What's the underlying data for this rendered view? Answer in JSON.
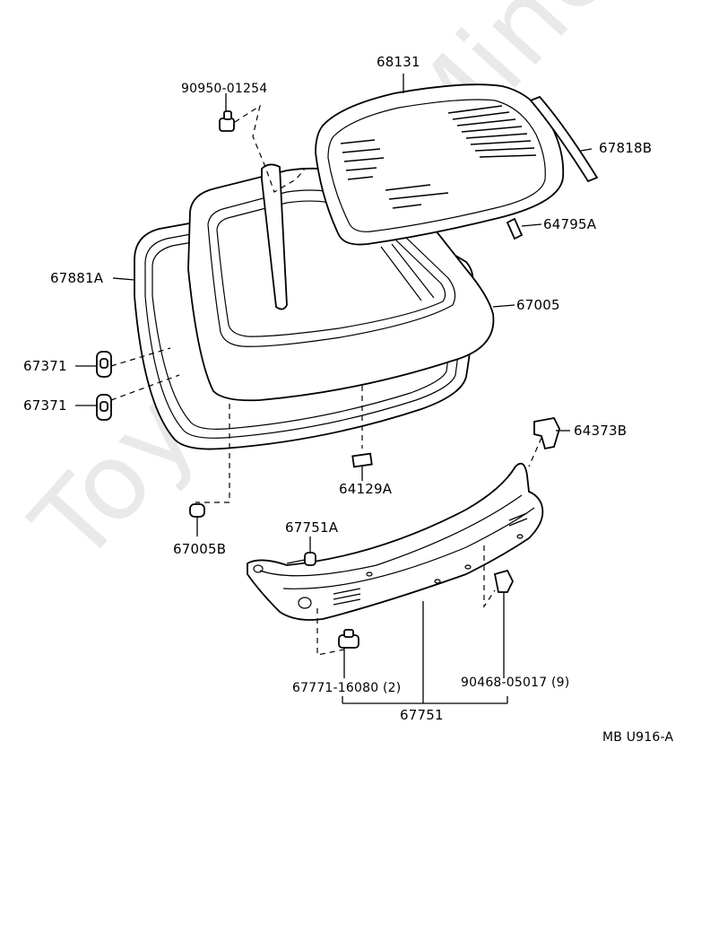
{
  "watermark": "ToyotaCarMine.ru",
  "diagram_code": "MB U916-A",
  "labels": {
    "p68131": "68131",
    "p90950": "90950-01254",
    "p67818b": "67818B",
    "p64795a": "64795A",
    "p67881a": "67881A",
    "p67005": "67005",
    "p67371a": "67371",
    "p67371b": "67371",
    "p64373b": "64373B",
    "p64129a": "64129A",
    "p67005b": "67005B",
    "p67751a": "67751A",
    "p67771": "67771-16080 (2)",
    "p90468": "90468-05017 (9)",
    "p67751": "67751"
  }
}
